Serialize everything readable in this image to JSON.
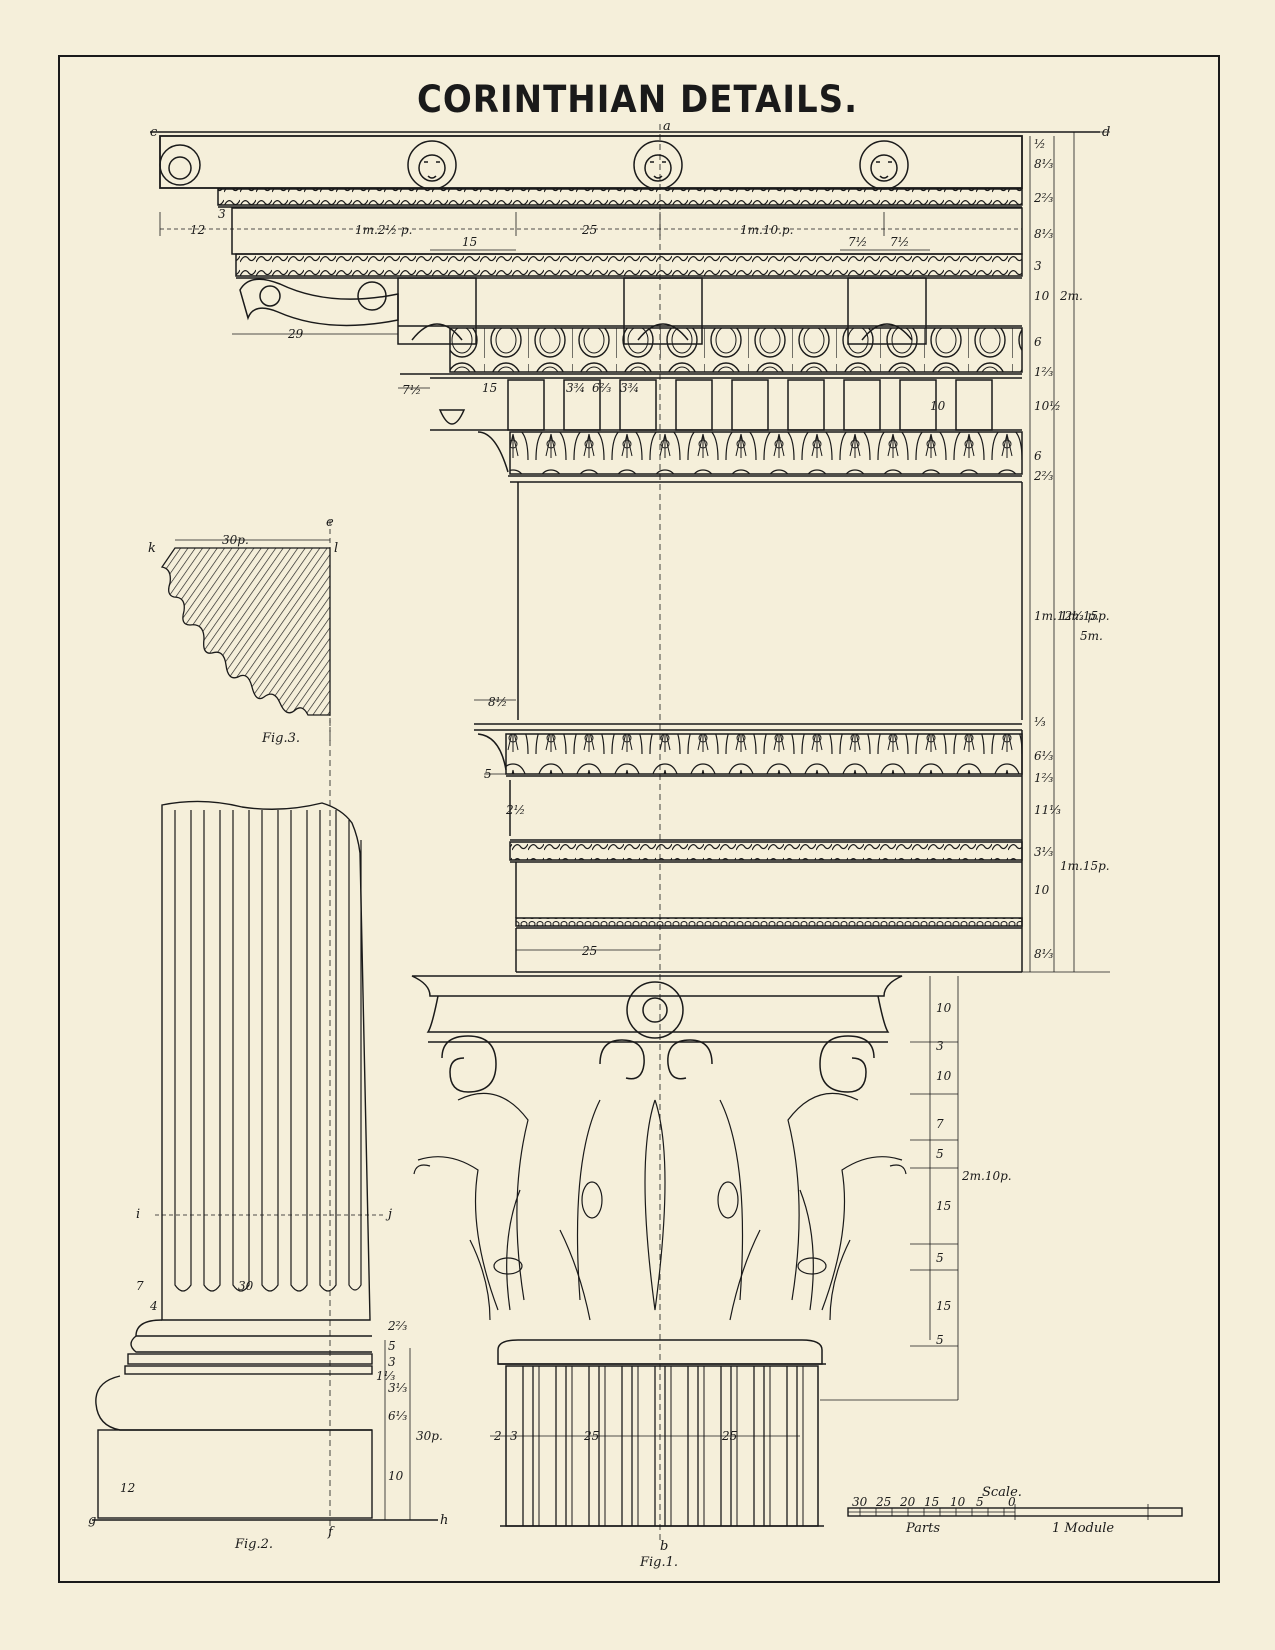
{
  "title": "CORINTHIAN DETAILS.",
  "colors": {
    "paper": "#f5efda",
    "ink": "#1a1a1a"
  },
  "figures": {
    "fig1": "Fig.1.",
    "fig2": "Fig.2.",
    "fig3": "Fig.3."
  },
  "points": {
    "a": "a",
    "b": "b",
    "c": "c",
    "d": "d",
    "e": "e",
    "f": "f",
    "g": "g",
    "h": "h",
    "i": "i",
    "j": "j",
    "k": "k",
    "l": "l"
  },
  "dimensions": {
    "d_12": "12",
    "d_3": "3",
    "d_1m2half": "1m.2½ p.",
    "d_25_top": "25",
    "d_1m10": "1m.10.p.",
    "d_15_modillion": "15",
    "d_7half_a": "7½",
    "d_7half_b": "7½",
    "d_29": "29",
    "d_7half_dentil": "7½",
    "d_15_dentil": "15",
    "d_3q": "3¾",
    "d_6q": "6⅔",
    "d_3q2": "3¾",
    "d_10_dentil": "10",
    "d_30p": "30p.",
    "d_8half": "8½",
    "d_5_arch": "5",
    "d_2half": "2½",
    "d_25_frieze": "25",
    "d_7_base": "7",
    "d_4_base": "4",
    "d_30_base": "30",
    "d_12_base": "12",
    "d_30p_base": "30p.",
    "d_25_neck_a": "25",
    "d_25_neck_b": "25",
    "d_2_neck": "2",
    "d_3_neck": "3"
  },
  "right_column": {
    "r1": "½",
    "r2": "8⅓",
    "r3": "2⅔",
    "r4": "8⅓",
    "r5": "3",
    "r6": "10",
    "r7": "6",
    "r8": "1⅔",
    "r9": "10½",
    "r10": "6",
    "r11": "2⅔",
    "r12": "1m.12⅓ p.",
    "r13": "1m.15p.",
    "r14": "2m.",
    "r15": "5m.",
    "r16": "⅓",
    "r17": "6⅓",
    "r18": "1⅔",
    "r19": "11⅓",
    "r20": "3⅓",
    "r21": "10",
    "r22": "8⅓",
    "r23": "1m.15p."
  },
  "capital_dims": {
    "c1": "10",
    "c2": "3",
    "c3": "10",
    "c4": "7",
    "c5": "5",
    "c6": "15",
    "c7": "5",
    "c8": "15",
    "c9": "5",
    "c10": "2m.10p."
  },
  "base_dims": {
    "b1": "2⅔",
    "b2": "5",
    "b3": "3",
    "b4": "1⅓",
    "b5": "3⅓",
    "b6": "6⅓",
    "b7": "10"
  },
  "scale": {
    "label": "Scale.",
    "ticks": [
      "30",
      "25",
      "20",
      "15",
      "10",
      "5",
      "0"
    ],
    "parts": "Parts",
    "module": "1 Module"
  }
}
